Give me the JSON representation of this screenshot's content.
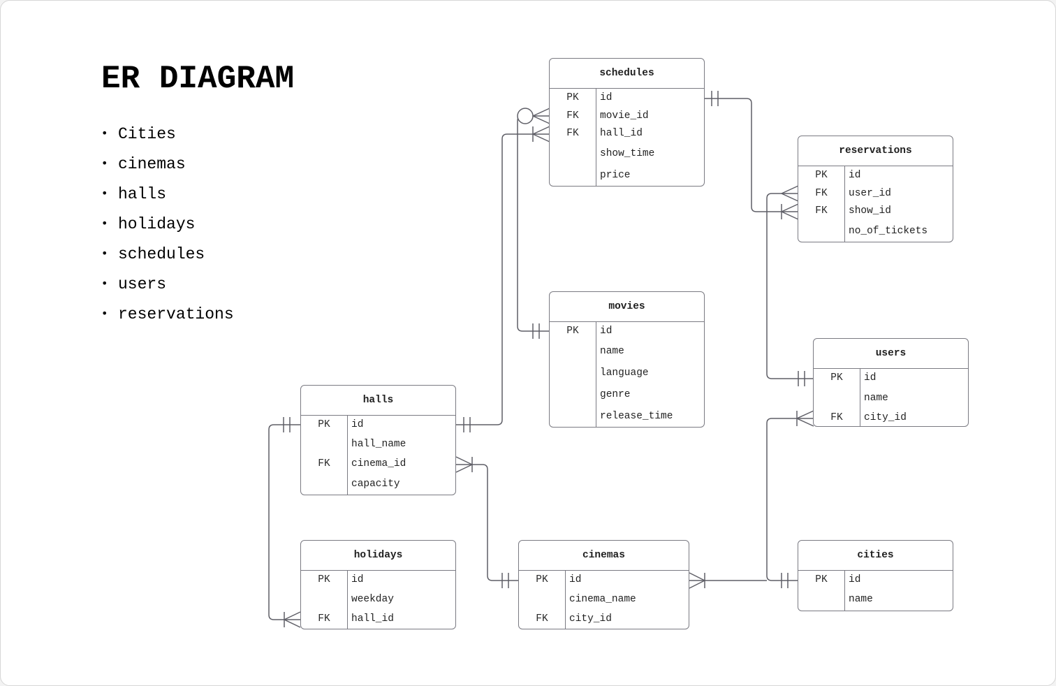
{
  "diagram": {
    "title": "ER DIAGRAM",
    "bullets": [
      "Cities",
      "cinemas",
      "halls",
      "holidays",
      "schedules",
      "users",
      "reservations"
    ],
    "entities": [
      {
        "id": "schedules",
        "name": "schedules",
        "attributes": [
          {
            "key": "PK",
            "name": "id"
          },
          {
            "key": "FK",
            "name": "movie_id"
          },
          {
            "key": "FK",
            "name": "hall_id"
          },
          {
            "key": "",
            "name": "show_time"
          },
          {
            "key": "",
            "name": "price"
          }
        ]
      },
      {
        "id": "reservations",
        "name": "reservations",
        "attributes": [
          {
            "key": "PK",
            "name": "id"
          },
          {
            "key": "FK",
            "name": "user_id"
          },
          {
            "key": "FK",
            "name": "show_id"
          },
          {
            "key": "",
            "name": "no_of_tickets"
          }
        ]
      },
      {
        "id": "movies",
        "name": "movies",
        "attributes": [
          {
            "key": "PK",
            "name": "id"
          },
          {
            "key": "",
            "name": "name"
          },
          {
            "key": "",
            "name": "language"
          },
          {
            "key": "",
            "name": "genre"
          },
          {
            "key": "",
            "name": "release_time"
          }
        ]
      },
      {
        "id": "users",
        "name": "users",
        "attributes": [
          {
            "key": "PK",
            "name": "id"
          },
          {
            "key": "",
            "name": "name"
          },
          {
            "key": "FK",
            "name": "city_id"
          }
        ]
      },
      {
        "id": "halls",
        "name": "halls",
        "attributes": [
          {
            "key": "PK",
            "name": "id"
          },
          {
            "key": "",
            "name": "hall_name"
          },
          {
            "key": "FK",
            "name": "cinema_id"
          },
          {
            "key": "",
            "name": "capacity"
          }
        ]
      },
      {
        "id": "holidays",
        "name": "holidays",
        "attributes": [
          {
            "key": "PK",
            "name": "id"
          },
          {
            "key": "",
            "name": "weekday"
          },
          {
            "key": "FK",
            "name": "hall_id"
          }
        ]
      },
      {
        "id": "cinemas",
        "name": "cinemas",
        "attributes": [
          {
            "key": "PK",
            "name": "id"
          },
          {
            "key": "",
            "name": "cinema_name"
          },
          {
            "key": "FK",
            "name": "city_id"
          }
        ]
      },
      {
        "id": "cities",
        "name": "cities",
        "attributes": [
          {
            "key": "PK",
            "name": "id"
          },
          {
            "key": "",
            "name": "name"
          }
        ]
      }
    ],
    "relationships": [
      {
        "from": "schedules.movie_id",
        "to": "movies.id",
        "cardinality": "zero-or-many to one"
      },
      {
        "from": "schedules.hall_id",
        "to": "halls.id",
        "cardinality": "one-or-many to one"
      },
      {
        "from": "reservations.show_id",
        "to": "schedules.id",
        "cardinality": "one-or-many to one"
      },
      {
        "from": "reservations.user_id",
        "to": "users.id",
        "cardinality": "one-or-many to one"
      },
      {
        "from": "users.city_id",
        "to": "cities.id",
        "cardinality": "one-or-many to one"
      },
      {
        "from": "halls.cinema_id",
        "to": "cinemas.id",
        "cardinality": "one-or-many to one"
      },
      {
        "from": "holidays.hall_id",
        "to": "halls.id",
        "cardinality": "one-or-many to one"
      },
      {
        "from": "cinemas.city_id",
        "to": "cities.id",
        "cardinality": "one-or-many to one"
      }
    ],
    "colors": {
      "line": "#5f5f67",
      "border": "#7a7a82",
      "text": "#1f1f1f"
    }
  }
}
